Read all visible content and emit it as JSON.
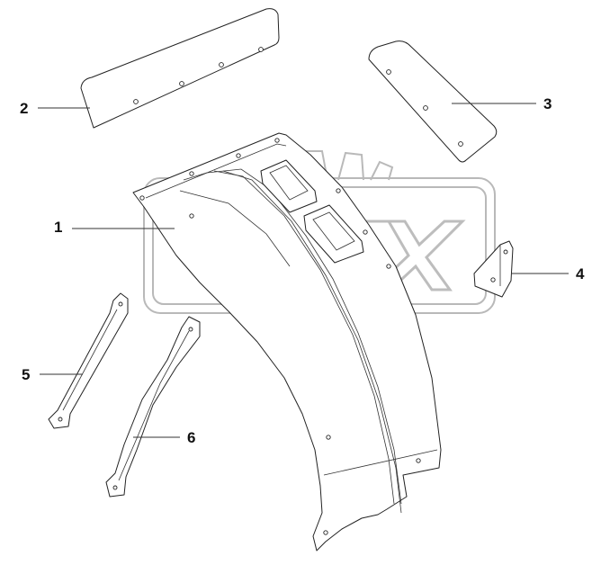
{
  "diagram": {
    "callouts": [
      {
        "id": "c1",
        "label": "1"
      },
      {
        "id": "c2",
        "label": "2"
      },
      {
        "id": "c3",
        "label": "3"
      },
      {
        "id": "c4",
        "label": "4"
      },
      {
        "id": "c5",
        "label": "5"
      },
      {
        "id": "c6",
        "label": "6"
      }
    ],
    "watermark": {
      "text": "OPEX",
      "color": "#bdbdbd"
    },
    "colors": {
      "line": "#222222",
      "background": "#ffffff"
    }
  }
}
